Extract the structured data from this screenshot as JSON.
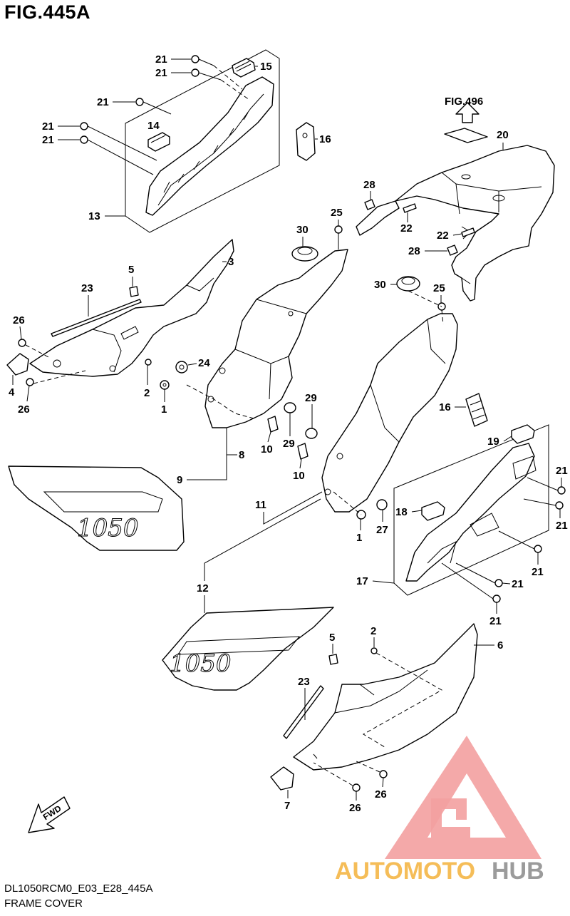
{
  "figure": {
    "title": "FIG.445A",
    "diagram_code": "DL1050RCM0_E03_E28_445A",
    "name": "FRAME COVER",
    "ref_figure": "FIG.496",
    "fwd_label": "FWD"
  },
  "watermark": {
    "part1": "AUTOMOTO",
    "part2": "HUB",
    "colors": {
      "part1": "#f4b23c",
      "part2": "#8a8a8a",
      "triangle": "#ef8080"
    }
  },
  "callouts": {
    "c1": "21",
    "c2": "21",
    "c3": "15",
    "c4": "21",
    "c5": "14",
    "c6": "21",
    "c7": "21",
    "c8": "16",
    "c9": "13",
    "c10": "20",
    "c11": "28",
    "c12": "22",
    "c13": "22",
    "c14": "28",
    "c15": "25",
    "c16": "30",
    "c17": "3",
    "c18": "5",
    "c19": "23",
    "c20": "26",
    "c21": "4",
    "c22": "26",
    "c23": "24",
    "c24": "2",
    "c25": "1",
    "c26": "30",
    "c27": "25",
    "c28": "29",
    "c29": "29",
    "c30": "10",
    "c31": "10",
    "c32": "8",
    "c33": "9",
    "c34": "16",
    "c35": "19",
    "c36": "21",
    "c37": "21",
    "c38": "18",
    "c39": "11",
    "c40": "27",
    "c41": "1",
    "c42": "21",
    "c43": "17",
    "c44": "21",
    "c45": "21",
    "c46": "12",
    "c47": "5",
    "c48": "2",
    "c49": "6",
    "c50": "23",
    "c51": "7",
    "c52": "26",
    "c53": "26"
  }
}
